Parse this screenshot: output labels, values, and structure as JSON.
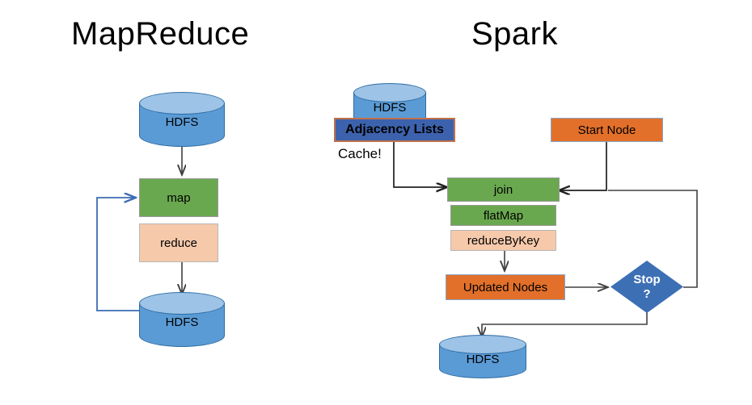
{
  "titles": {
    "left": "MapReduce",
    "right": "Spark"
  },
  "mapreduce": {
    "hdfs_top": "HDFS",
    "map": "map",
    "reduce": "reduce",
    "hdfs_bottom": "HDFS"
  },
  "spark": {
    "hdfs_top": "HDFS",
    "adjacency_lists": "Adjacency Lists",
    "cache_label": "Cache!",
    "start_node": "Start Node",
    "join": "join",
    "flatmap": "flatMap",
    "reducebykey": "reduceByKey",
    "updated_nodes": "Updated Nodes",
    "stop_line1": "Stop",
    "stop_line2": "?",
    "hdfs_bottom": "HDFS"
  },
  "colors": {
    "green": "#6AA84F",
    "peach": "#F6C9AB",
    "orange": "#E2702A",
    "dark_blue": "#3D62AD",
    "diamond_blue": "#3D6FB5",
    "cylinder_body": "#5B9BD5",
    "cylinder_top": "#9DC3E6",
    "feedback_arrow": "#3C6CB4",
    "arrow_gray": "#404040"
  }
}
